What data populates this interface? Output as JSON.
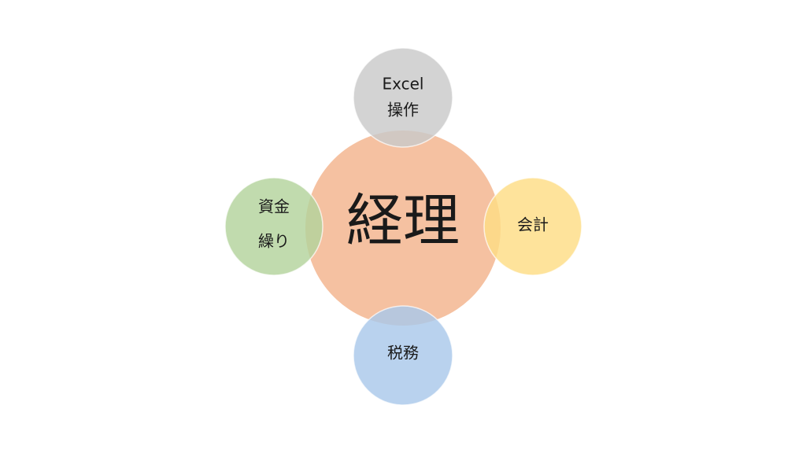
{
  "center": {
    "label": "経理",
    "color": "#F4BE9C"
  },
  "satellites": {
    "top": {
      "line1": "Excel",
      "line2": "操作",
      "color": "#C9C9C9"
    },
    "right": {
      "line1": "会計",
      "color": "#FEDD85"
    },
    "bottom": {
      "line1": "税務",
      "color": "#A9C8EA"
    },
    "left": {
      "line1": "資金",
      "line2": "繰り",
      "color": "#B3D39C"
    }
  }
}
